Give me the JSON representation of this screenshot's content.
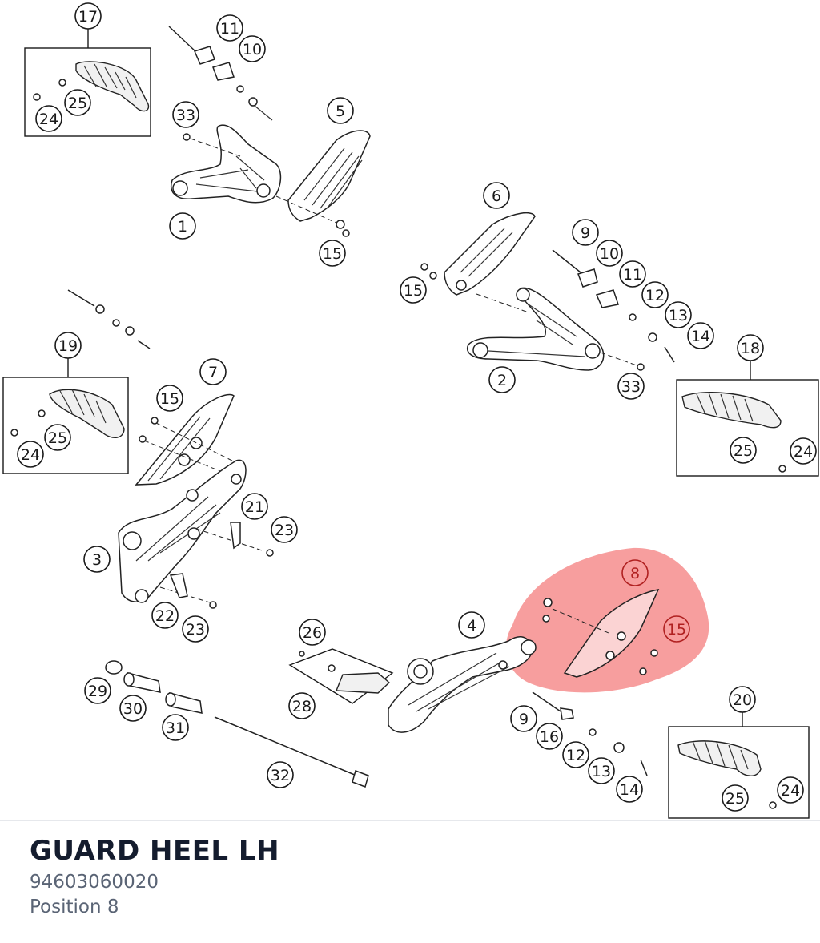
{
  "part": {
    "name": "GUARD HEEL LH",
    "number": "94603060020",
    "position": "Position 8"
  },
  "highlight_color": "#f25d5d",
  "callouts": [
    {
      "id": "c17",
      "label": "17"
    },
    {
      "id": "c11a",
      "label": "11"
    },
    {
      "id": "c10a",
      "label": "10"
    },
    {
      "id": "c25a",
      "label": "25"
    },
    {
      "id": "c24a",
      "label": "24"
    },
    {
      "id": "c33a",
      "label": "33"
    },
    {
      "id": "c5",
      "label": "5"
    },
    {
      "id": "c1",
      "label": "1"
    },
    {
      "id": "c15a",
      "label": "15"
    },
    {
      "id": "c6",
      "label": "6"
    },
    {
      "id": "c9a",
      "label": "9"
    },
    {
      "id": "c10b",
      "label": "10"
    },
    {
      "id": "c11b",
      "label": "11"
    },
    {
      "id": "c15b",
      "label": "15"
    },
    {
      "id": "c12a",
      "label": "12"
    },
    {
      "id": "c13a",
      "label": "13"
    },
    {
      "id": "c14a",
      "label": "14"
    },
    {
      "id": "c18",
      "label": "18"
    },
    {
      "id": "c2",
      "label": "2"
    },
    {
      "id": "c33b",
      "label": "33"
    },
    {
      "id": "c19",
      "label": "19"
    },
    {
      "id": "c7",
      "label": "7"
    },
    {
      "id": "c15c",
      "label": "15"
    },
    {
      "id": "c25b",
      "label": "25"
    },
    {
      "id": "c24b",
      "label": "24"
    },
    {
      "id": "c25c",
      "label": "25"
    },
    {
      "id": "c24c",
      "label": "24"
    },
    {
      "id": "c21",
      "label": "21"
    },
    {
      "id": "c23a",
      "label": "23"
    },
    {
      "id": "c3",
      "label": "3"
    },
    {
      "id": "c22",
      "label": "22"
    },
    {
      "id": "c23b",
      "label": "23"
    },
    {
      "id": "c8",
      "label": "8"
    },
    {
      "id": "c15d",
      "label": "15"
    },
    {
      "id": "c4",
      "label": "4"
    },
    {
      "id": "c26",
      "label": "26"
    },
    {
      "id": "c28",
      "label": "28"
    },
    {
      "id": "c29",
      "label": "29"
    },
    {
      "id": "c30",
      "label": "30"
    },
    {
      "id": "c31",
      "label": "31"
    },
    {
      "id": "c9b",
      "label": "9"
    },
    {
      "id": "c16",
      "label": "16"
    },
    {
      "id": "c12b",
      "label": "12"
    },
    {
      "id": "c13b",
      "label": "13"
    },
    {
      "id": "c14b",
      "label": "14"
    },
    {
      "id": "c20",
      "label": "20"
    },
    {
      "id": "c24d",
      "label": "24"
    },
    {
      "id": "c25d",
      "label": "25"
    },
    {
      "id": "c32",
      "label": "32"
    }
  ]
}
